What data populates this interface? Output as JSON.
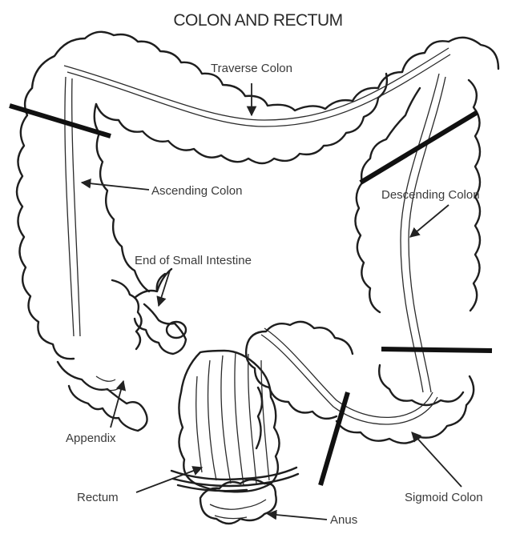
{
  "title": "COLON AND RECTUM",
  "labels": {
    "traverse_colon": "Traverse Colon",
    "ascending_colon": "Ascending Colon",
    "descending_colon": "Descending Colon",
    "small_intestine": "End of Small Intestine",
    "appendix": "Appendix",
    "rectum": "Rectum",
    "sigmoid_colon": "Sigmoid Colon",
    "anus": "Anus"
  }
}
